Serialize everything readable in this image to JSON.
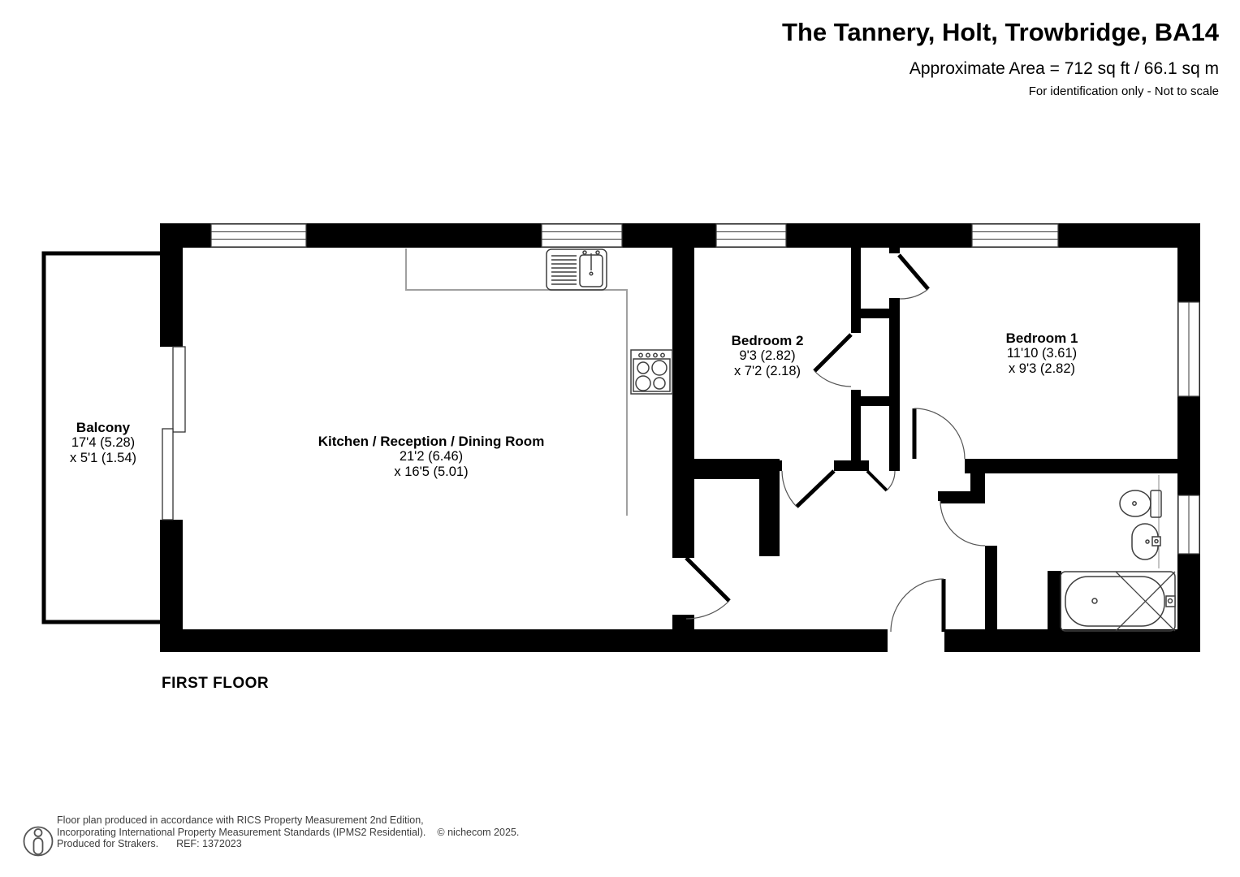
{
  "header": {
    "title": "The Tannery, Holt, Trowbridge, BA14",
    "area_line": "Approximate Area = 712 sq ft / 66.1 sq m",
    "disclaimer": "For identification only - Not to scale"
  },
  "floor_label": "FIRST FLOOR",
  "rooms": {
    "balcony": {
      "name": "Balcony",
      "dim1": "17'4 (5.28)",
      "dim2": "x 5'1 (1.54)"
    },
    "kitchen": {
      "name": "Kitchen / Reception / Dining Room",
      "dim1": "21'2 (6.46)",
      "dim2": "x 16'5 (5.01)"
    },
    "bedroom2": {
      "name": "Bedroom 2",
      "dim1": "9'3 (2.82)",
      "dim2": "x 7'2 (2.18)"
    },
    "bedroom1": {
      "name": "Bedroom 1",
      "dim1": "11'10 (3.61)",
      "dim2": "x 9'3 (2.82)"
    }
  },
  "footer": {
    "icon": "person-icon",
    "line1": "Floor plan produced in accordance with RICS Property Measurement 2nd Edition,",
    "line2": "Incorporating International Property Measurement Standards (IPMS2 Residential).",
    "copyright": "© nichecom 2025.",
    "line3_left": "Produced for Strakers.",
    "line3_ref": "REF: 1372023"
  },
  "colors": {
    "wall": "#000000",
    "fixture": "#3f3f3f",
    "counter": "#a0a0a0",
    "window_frame": "#3a3a3a",
    "door_arc": "#555555",
    "text": "#000000",
    "footer_text": "#3c3c3c"
  }
}
